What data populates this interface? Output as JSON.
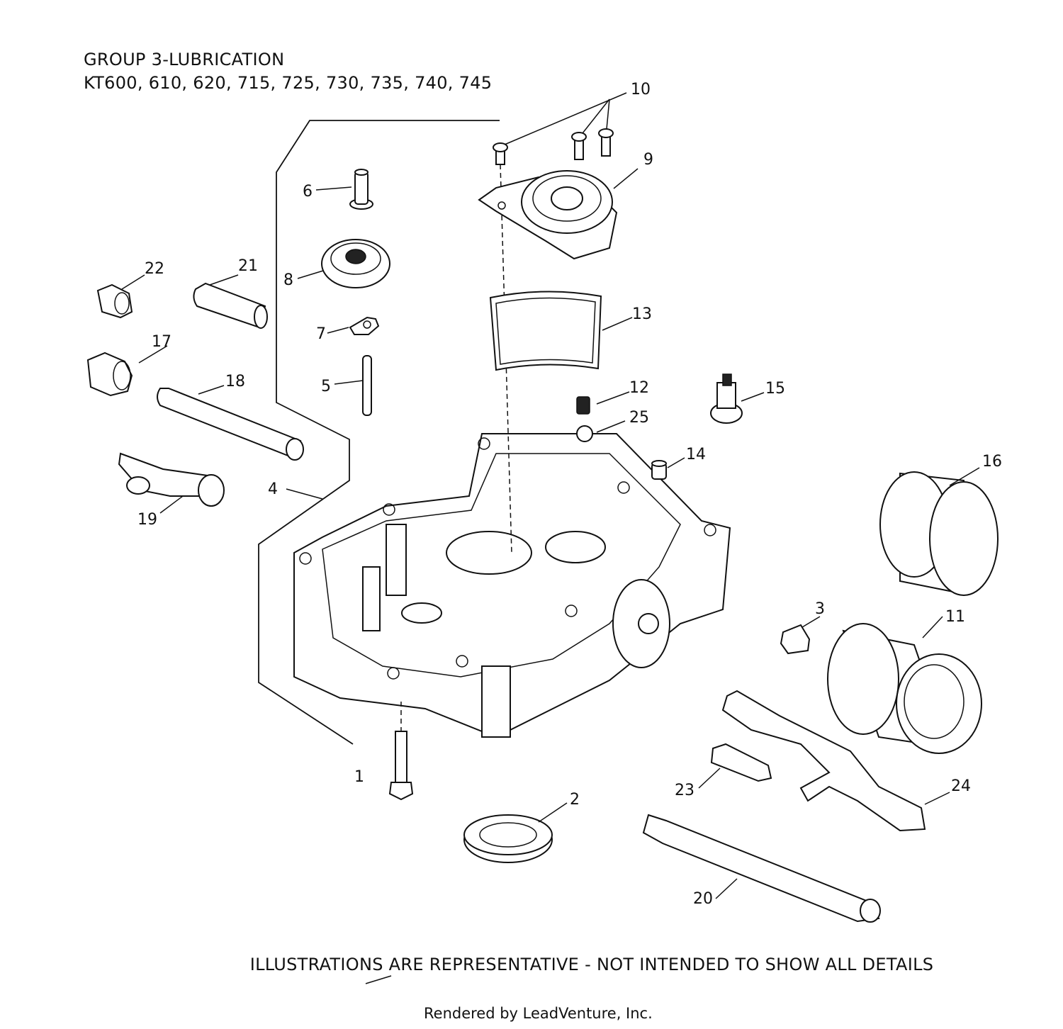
{
  "header": {
    "group": "GROUP 3-LUBRICATION",
    "models": "KT600, 610, 620, 715, 725, 730, 735, 740, 745"
  },
  "callouts": [
    "1",
    "2",
    "3",
    "4",
    "5",
    "6",
    "7",
    "8",
    "9",
    "10",
    "11",
    "12",
    "13",
    "14",
    "15",
    "16",
    "17",
    "18",
    "19",
    "20",
    "21",
    "22",
    "23",
    "24",
    "25"
  ],
  "footer": {
    "disclaimer": "ILLUSTRATIONS ARE REPRESENTATIVE - NOT INTENDED TO SHOW ALL DETAILS",
    "credit": "Rendered by LeadVenture, Inc."
  }
}
